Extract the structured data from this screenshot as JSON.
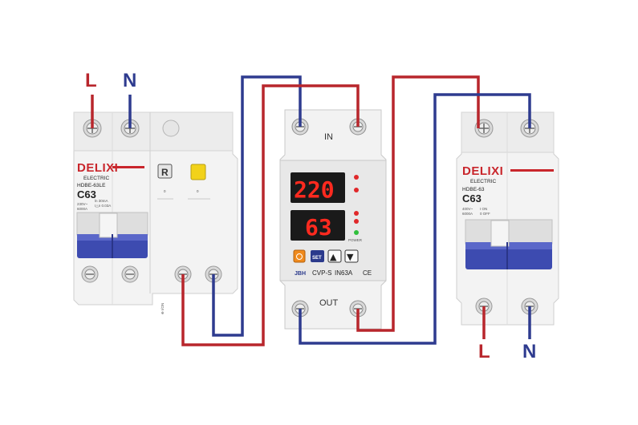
{
  "labels": {
    "top_left_L": "L",
    "top_left_N": "N",
    "bottom_right_L": "L",
    "bottom_right_N": "N"
  },
  "left_breaker": {
    "brand": "DELIXI",
    "subtitle": "ELECTRIC",
    "model": "HDBE-63LE",
    "rating": "C63",
    "spec_line_1": "230V~",
    "spec_line_2": "6000A",
    "spec_line_3": "ln 30mA",
    "spec_line_4": "I△n 0.03A",
    "test_button": "R",
    "reset_mark_left": "0",
    "reset_mark_right": "0",
    "side_text": "⊕ I/ON"
  },
  "protector": {
    "in_label": "IN",
    "out_label": "OUT",
    "voltage_display": "220",
    "current_display": "63",
    "power_label": "POWER",
    "button_set": "SET",
    "button_up": "▲",
    "button_down": "▼",
    "logo": "JBH",
    "model": "CVP-S",
    "rating": "IN63A",
    "cert": "CE"
  },
  "right_breaker": {
    "brand": "DELIXI",
    "subtitle": "ELECTRIC",
    "model": "HDBE-63",
    "rating": "C63",
    "spec_line_1": "400V~",
    "spec_line_2": "6000A",
    "spec_line_3": "I ON",
    "spec_line_4": "0 OFF"
  },
  "colors": {
    "live_wire": "#b8262c",
    "neutral_wire": "#2e3b8f",
    "handle": "#3d4bb0",
    "brand_red": "#c9262c",
    "display_red": "#ff2a1f"
  }
}
